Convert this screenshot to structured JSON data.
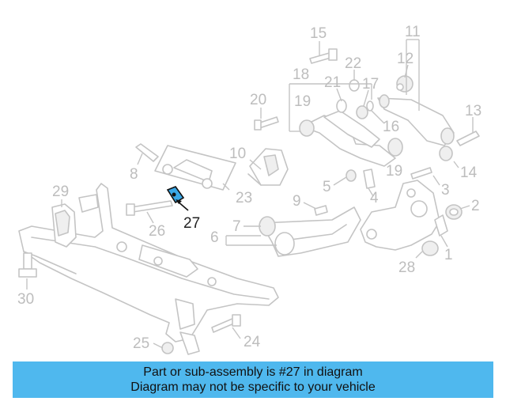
{
  "diagram": {
    "labels": [
      "1",
      "2",
      "3",
      "4",
      "5",
      "6",
      "7",
      "8",
      "9",
      "10",
      "11",
      "12",
      "13",
      "14",
      "15",
      "16",
      "17",
      "18",
      "19",
      "19",
      "20",
      "21",
      "22",
      "23",
      "24",
      "25",
      "26",
      "28",
      "29",
      "30"
    ],
    "highlight_label": "27",
    "highlight_color": "#3aa8e8"
  },
  "banner": {
    "line1": "Part or sub-assembly is #27 in diagram",
    "line2": "Diagram may not be specific to your vehicle",
    "color": "#4fb8ee"
  }
}
